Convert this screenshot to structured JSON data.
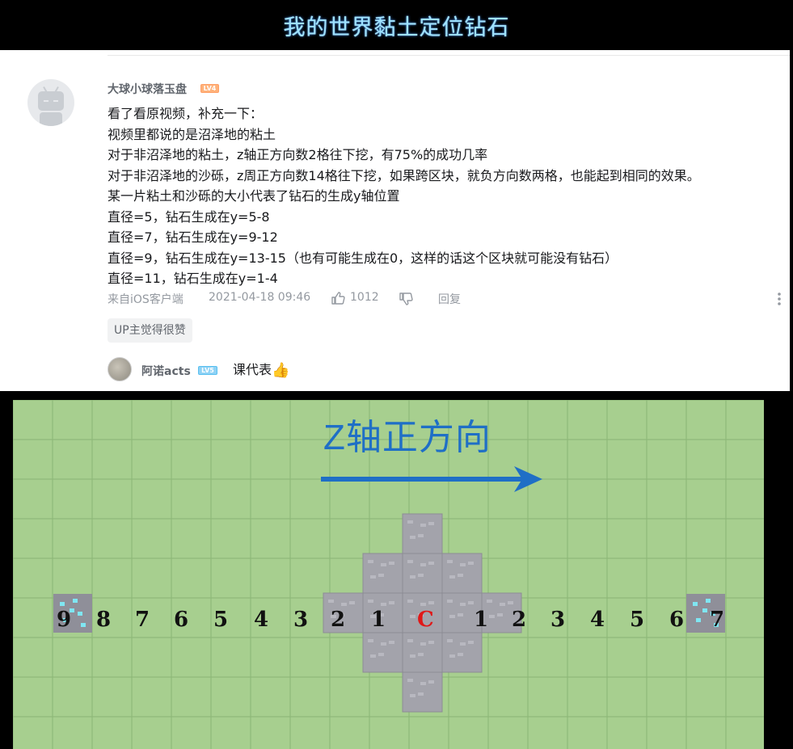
{
  "header": {
    "title": "我的世界黏土定位钻石"
  },
  "comment": {
    "username": "大球小球落玉盘",
    "level": "LV4",
    "lines": [
      "看了看原视频，补充一下：",
      "视频里都说的是沼泽地的粘土",
      "对于非沼泽地的粘土，z轴正方向数2格往下挖，有75%的成功几率",
      "对于非沼泽地的沙砾，z周正方向数14格往下挖，如果跨区块，就负方向数两格，也能起到相同的效果。",
      "某一片粘土和沙砾的大小代表了钻石的生成y轴位置",
      "直径=5，钻石生成在y=5-8",
      "直径=7，钻石生成在y=9-12",
      "直径=9，钻石生成在y=13-15（也有可能生成在0，这样的话这个区块就可能没有钻石）",
      "直径=11，钻石生成在y=1-4"
    ],
    "source": "来自iOS客户端",
    "date": "2021-04-18 09:46",
    "likes": "1012",
    "reply_label": "回复",
    "up_liked": "UP主觉得很赞",
    "icons": {
      "like": "thumbs-up-icon",
      "dislike": "thumbs-down-icon",
      "more": "more-vertical-icon"
    }
  },
  "reply": {
    "username": "阿诺acts",
    "level": "LV5",
    "text": "课代表",
    "emoji": "👍"
  },
  "diagram": {
    "axis_label": "Z轴正方向",
    "center_label": "C",
    "left_numbers": [
      "9",
      "8",
      "7",
      "6",
      "5",
      "4",
      "3",
      "2",
      "1"
    ],
    "right_numbers": [
      "1",
      "2",
      "3",
      "4",
      "5",
      "6",
      "7"
    ],
    "colors": {
      "grass": "#a7cf8f",
      "stone": "#a3a3ab",
      "arrow": "#1f6fc6",
      "center": "#e01818"
    }
  }
}
